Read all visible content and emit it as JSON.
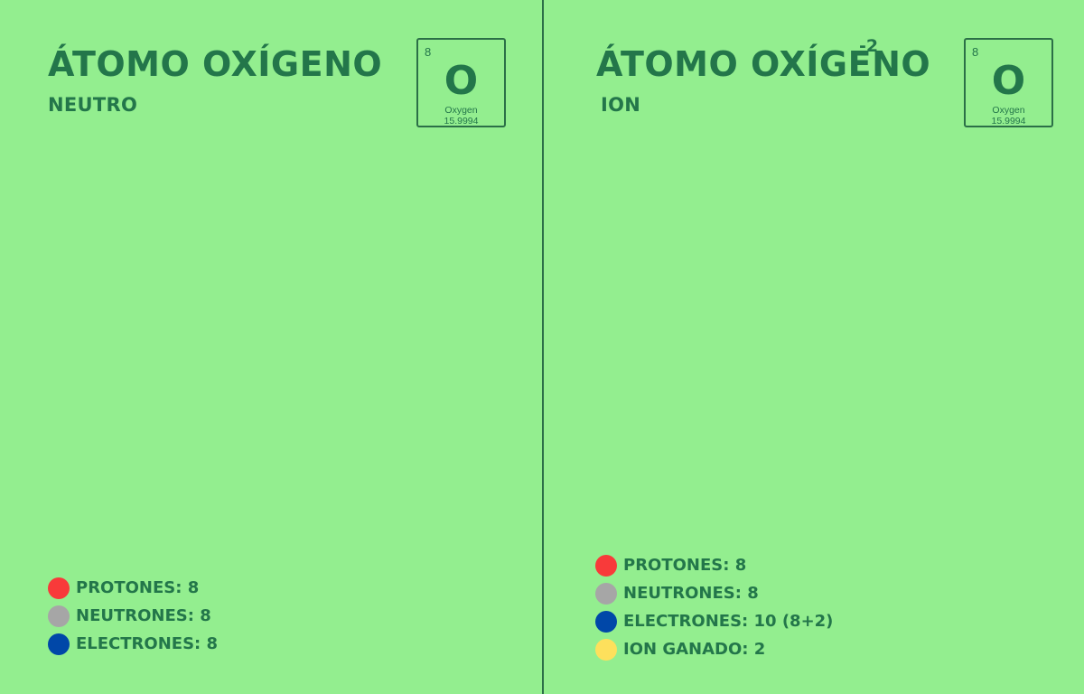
{
  "left": {
    "title": "ÁTOMO OXÍGENO",
    "subtitle": "NEUTRO",
    "tile": {
      "number": "8",
      "symbol": "O",
      "name": "Oxygen",
      "mass": "15.9994"
    },
    "legend": [
      {
        "label": "PROTONES:  8",
        "color": "#f83a3a"
      },
      {
        "label": "NEUTRONES: 8",
        "color": "#a6a6a6"
      },
      {
        "label": "ELECTRONES: 8",
        "color": "#0047a8"
      }
    ]
  },
  "right": {
    "title": "ÁTOMO OXÍGENO",
    "charge": "-2",
    "subtitle": "ION",
    "tile": {
      "number": "8",
      "symbol": "O",
      "name": "Oxygen",
      "mass": "15.9994"
    },
    "legend": [
      {
        "label": "PROTONES:  8",
        "color": "#f83a3a"
      },
      {
        "label": "NEUTRONES: 8",
        "color": "#a6a6a6"
      },
      {
        "label": "ELECTRONES: 10 (8+2)",
        "color": "#0047a8"
      },
      {
        "label": "ION GANADO: 2",
        "color": "#fde05c"
      }
    ]
  }
}
